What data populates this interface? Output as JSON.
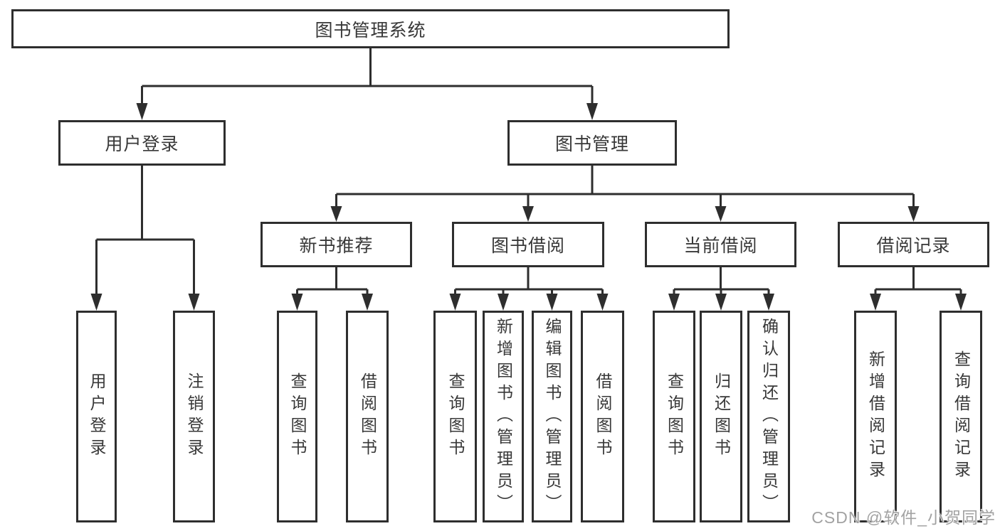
{
  "colors": {
    "line": "#2e2e2e",
    "box_border": "#2e2e2e",
    "text": "#383838",
    "background": "#ffffff",
    "watermark": "#a2a2a2"
  },
  "watermark": {
    "text": "CSDN @软件_小贺同学"
  },
  "diagram": {
    "type": "hierarchy-tree",
    "root": {
      "label": "图书管理系统",
      "children": [
        {
          "label": "用户登录",
          "children": [
            {
              "label": "用户登录"
            },
            {
              "label": "注销登录"
            }
          ]
        },
        {
          "label": "图书管理",
          "children": [
            {
              "label": "新书推荐",
              "children": [
                {
                  "label": "查询图书"
                },
                {
                  "label": "借阅图书"
                }
              ]
            },
            {
              "label": "图书借阅",
              "children": [
                {
                  "label": "查询图书"
                },
                {
                  "label": "新增图书（管理员）"
                },
                {
                  "label": "编辑图书（管理员）"
                },
                {
                  "label": "借阅图书"
                }
              ]
            },
            {
              "label": "当前借阅",
              "children": [
                {
                  "label": "查询图书"
                },
                {
                  "label": "归还图书"
                },
                {
                  "label": "确认归还（管理员）"
                }
              ]
            },
            {
              "label": "借阅记录",
              "children": [
                {
                  "label": "新增借阅记录"
                },
                {
                  "label": "查询借阅记录"
                }
              ]
            }
          ]
        }
      ]
    }
  }
}
